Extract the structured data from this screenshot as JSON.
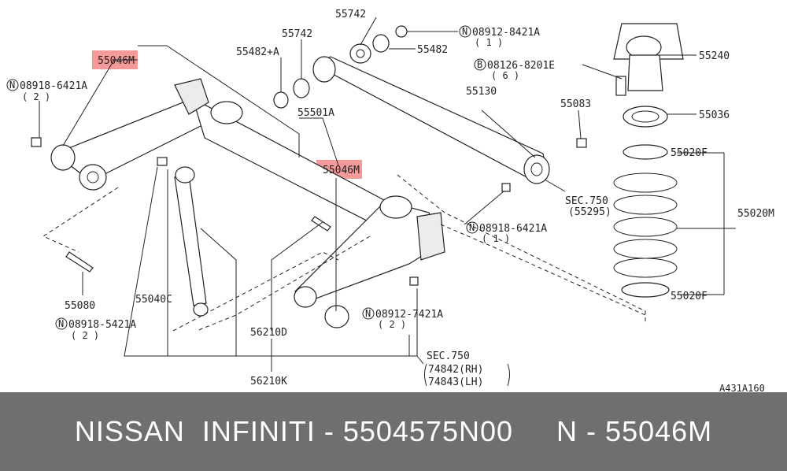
{
  "labels": {
    "p55742_top": "55742",
    "p08912_8421A": "08912-8421A",
    "p08912_8421A_qty": "( 1 )",
    "p55742": "55742",
    "p55482": "55482",
    "p55482A": "55482+A",
    "p08126": "08126-8201E",
    "p08126_qty": "( 6 )",
    "p55240": "55240",
    "p55046M_a": "55046M",
    "p08918_6421A_a": "08918-6421A",
    "p08918_6421A_a_qty": "( 2 )",
    "p55501A": "55501A",
    "p55130": "55130",
    "p55083": "55083",
    "p55036": "55036",
    "p55020F_top": "55020F",
    "p55046M_b": "55046M",
    "sec750_a": "SEC.750",
    "sec750_a_ref": "(55295)",
    "p55020M": "55020M",
    "p08918_6421A_b": "08918-6421A",
    "p08918_6421A_b_qty": "( 1 )",
    "p55080": "55080",
    "p55040C": "55040C",
    "p08918_5421A": "08918-5421A",
    "p08918_5421A_qty": "( 2 )",
    "p08912_7421A": "08912-7421A",
    "p08912_7421A_qty": "( 2 )",
    "p56210D": "56210D",
    "sec750_b": "SEC.750",
    "sec750_b_rh": "74842(RH)",
    "sec750_b_lh": "74843(LH)",
    "p56210K": "56210K",
    "p55020F_bot": "55020F",
    "diagram_code": "A431A160",
    "n_symbol": "N",
    "b_symbol": "B"
  },
  "footer": {
    "text": "NISSAN  INFINITI - 5504575N00     N - 55046M"
  },
  "colors": {
    "highlight": "#f07878",
    "footer_bg": "#6f6f6f"
  }
}
